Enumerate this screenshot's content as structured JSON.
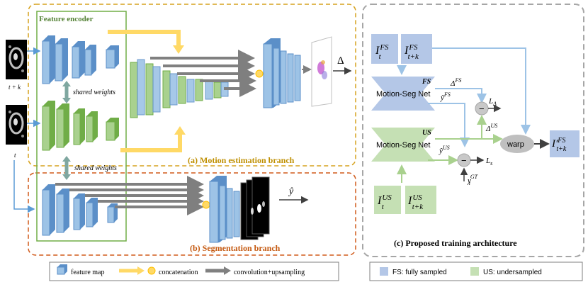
{
  "left": {
    "encoder_title": "Feature encoder",
    "shared_weights": "shared weights",
    "shared_weights_2": "shared weights",
    "frame_top_label": "t + k",
    "frame_bottom_label": "t",
    "motion_branch_title": "(a) Motion estimation branch",
    "seg_branch_title": "(b) Segmentation branch",
    "delta_symbol": "Δ",
    "yhat_symbol": "ŷ"
  },
  "legend_left": {
    "feature_map": "feature map",
    "concatenation": "concatenation",
    "conv_up": "convolution+upsampling"
  },
  "right": {
    "title": "(c) Proposed training architecture",
    "net_fs_label": "Motion-Seg Net",
    "net_fs_tag": "FS",
    "net_us_label": "Motion-Seg Net",
    "net_us_tag": "US",
    "warp": "warp",
    "in_fs_t": {
      "base": "I",
      "sub": "t",
      "sup": "FS"
    },
    "in_fs_tk": {
      "base": "I",
      "sub": "t+k",
      "sup": "FS"
    },
    "in_us_t": {
      "base": "I",
      "sub": "t",
      "sup": "US"
    },
    "in_us_tk": {
      "base": "I",
      "sub": "t+k",
      "sup": "US"
    },
    "delta_fs": {
      "base": "Δ",
      "sup": "FS"
    },
    "y_fs": {
      "base": "ŷ",
      "sup": "FS"
    },
    "delta_us": {
      "base": "Δ",
      "sup": "US"
    },
    "y_us": {
      "base": "ŷ",
      "sup": "US"
    },
    "l_delta": {
      "base": "L",
      "sub": "Δ"
    },
    "l_s": {
      "base": "L",
      "sub": "s"
    },
    "y_gt": {
      "base": "y",
      "sub": "i",
      "sup": "GT"
    },
    "out": {
      "base": "I′",
      "sub": "t+k",
      "sup": "FS"
    },
    "minus": "−"
  },
  "legend_right": {
    "fs": "FS: fully sampled",
    "us": "US: undersampled"
  },
  "colors": {
    "blue_fill": "#9dc3e6",
    "blue_dark": "#5b8fc8",
    "green_fill": "#a9d18e",
    "green_dark": "#70ad47",
    "arrow_gray": "#808080",
    "yellow": "#ffd966",
    "motion_border": "#d6a21e",
    "seg_border": "#d05a1a",
    "right_border": "#a6a6a6",
    "fs_box": "#b4c7e7",
    "us_box": "#c5e0b4"
  }
}
